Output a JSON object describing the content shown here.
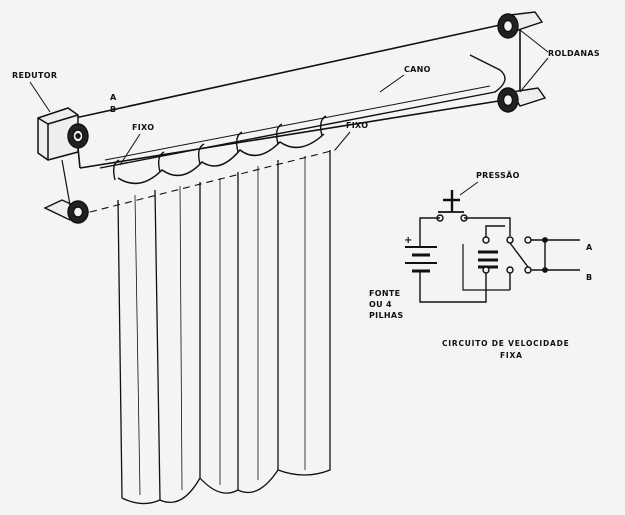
{
  "labels": {
    "redutor": "REDUTOR",
    "a_top": "A",
    "b_top": "B",
    "cano": "CANO",
    "roldanas": "ROLDANAS",
    "fixo_left": "FIXO",
    "fixo_right": "FIXO",
    "pressao": "PRESSÃO",
    "plus": "+",
    "fonte_1": "FONTE",
    "fonte_2": "OU 4",
    "fonte_3": "PILHAS",
    "a_circuit": "A",
    "b_circuit": "B"
  },
  "caption": {
    "line1": "CIRCUITO  DE  VELOCIDADE",
    "line2": "FIXA"
  }
}
